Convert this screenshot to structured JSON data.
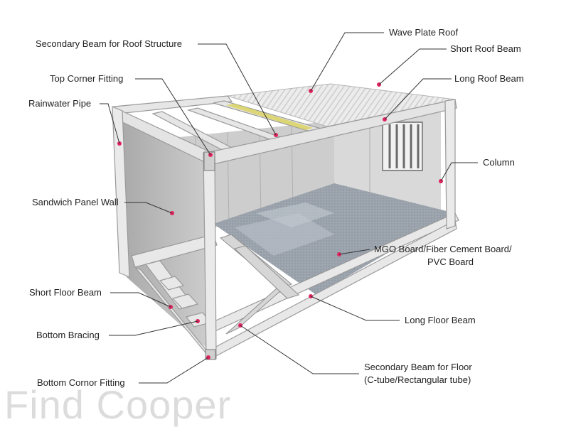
{
  "labels": {
    "wave_plate_roof": "Wave Plate Roof",
    "short_roof_beam": "Short Roof Beam",
    "long_roof_beam": "Long Roof Beam",
    "secondary_beam_roof": "Secondary Beam for Roof Structure",
    "top_corner_fitting": "Top Corner Fitting",
    "rainwater_pipe": "Rainwater Pipe",
    "sandwich_panel_wall": "Sandwich Panel Wall",
    "column": "Column",
    "mgo_board_line1": "MGO Board/Fiber Cement Board/",
    "mgo_board_line2": "PVC Board",
    "short_floor_beam": "Short Floor Beam",
    "long_floor_beam": "Long Floor Beam",
    "bottom_bracing": "Bottom Bracing",
    "secondary_beam_floor_line1": "Secondary Beam for Floor",
    "secondary_beam_floor_line2": "(C-tube/Rectangular tube)",
    "bottom_corner_fitting": "Bottom Cornor Fitting"
  },
  "watermark": "Find Cooper",
  "colors": {
    "frame": "#e6e6e6",
    "frame_edge": "#9a9a9a",
    "wall": "#bdbdbd",
    "floor": "#8e96a1",
    "roof": "#e9e9e9",
    "marker": "#e0245e",
    "leader": "#333333"
  }
}
